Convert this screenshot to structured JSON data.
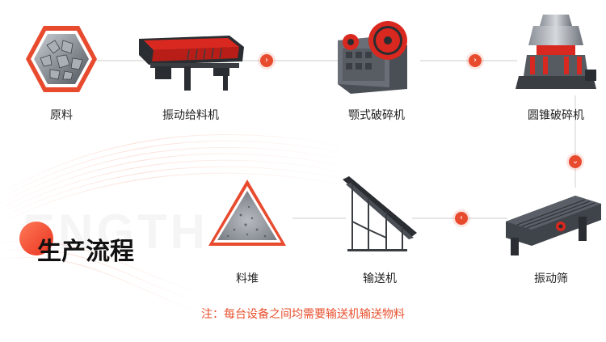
{
  "diagram": {
    "title": "生产流程",
    "watermark_text": "ENGTH",
    "note": "注：每台设备之间均需要输送机输送物料",
    "accent_color": "#e84a2e",
    "steps": [
      {
        "label": "原料",
        "icon": "raw-stone-hexagon-icon"
      },
      {
        "label": "振动给料机",
        "icon": "vibrating-feeder-icon"
      },
      {
        "label": "颚式破碎机",
        "icon": "jaw-crusher-icon"
      },
      {
        "label": "圆锥破碎机",
        "icon": "cone-crusher-icon"
      },
      {
        "label": "振动筛",
        "icon": "vibrating-screen-icon"
      },
      {
        "label": "输送机",
        "icon": "belt-conveyor-icon"
      },
      {
        "label": "料堆",
        "icon": "material-pile-triangle-icon"
      }
    ],
    "arrows": [
      "chevron-right-icon",
      "chevron-right-icon",
      "chevron-down-icon",
      "chevron-left-icon"
    ]
  }
}
